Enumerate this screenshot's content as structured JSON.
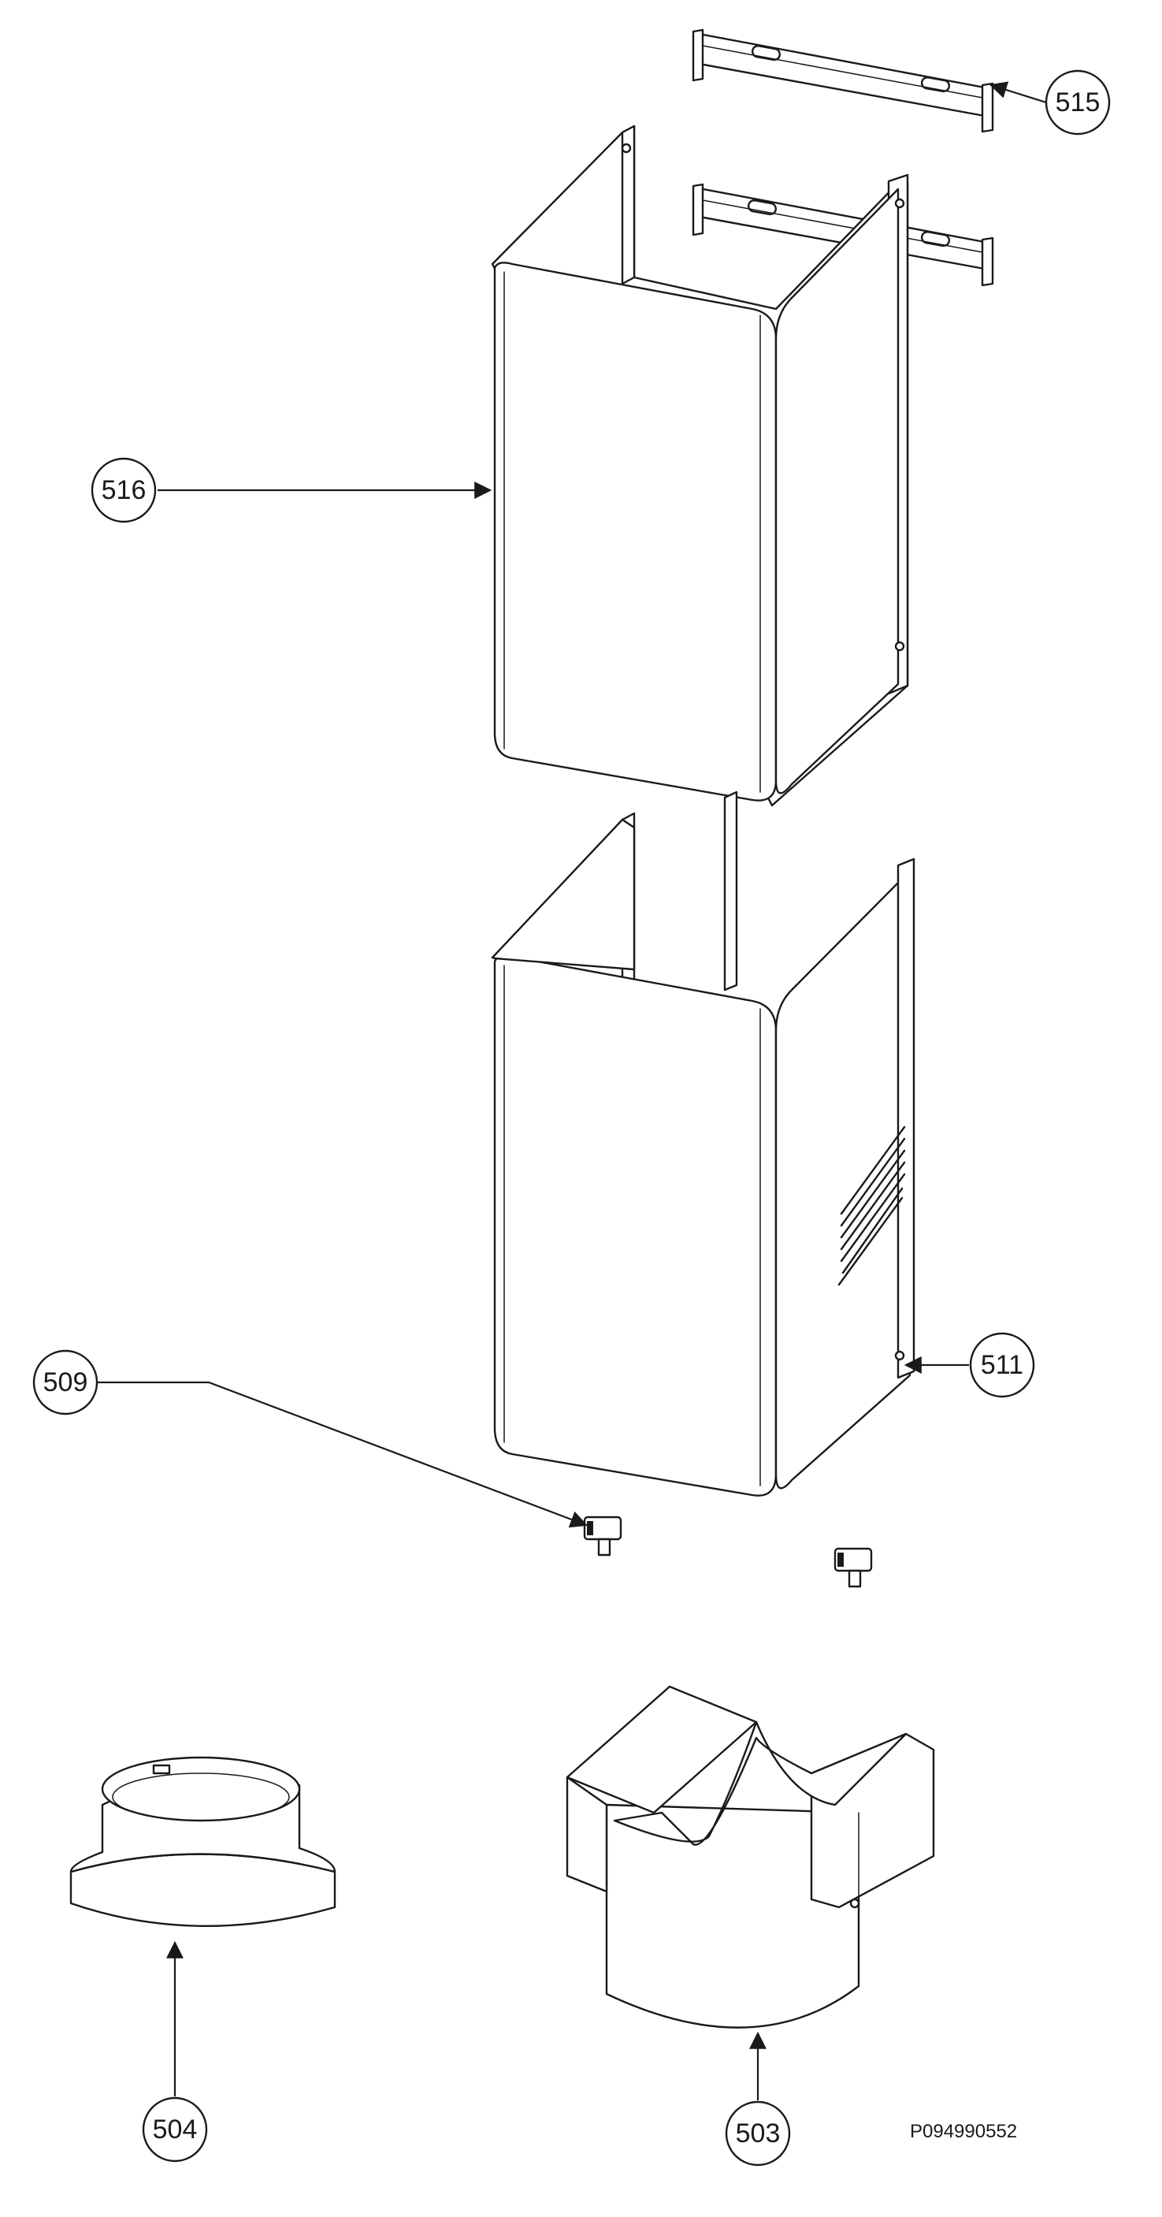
{
  "diagram": {
    "callouts": {
      "c515": "515",
      "c516": "516",
      "c511": "511",
      "c509": "509",
      "c504": "504",
      "c503": "503"
    },
    "drawing_code": "P094990552"
  }
}
